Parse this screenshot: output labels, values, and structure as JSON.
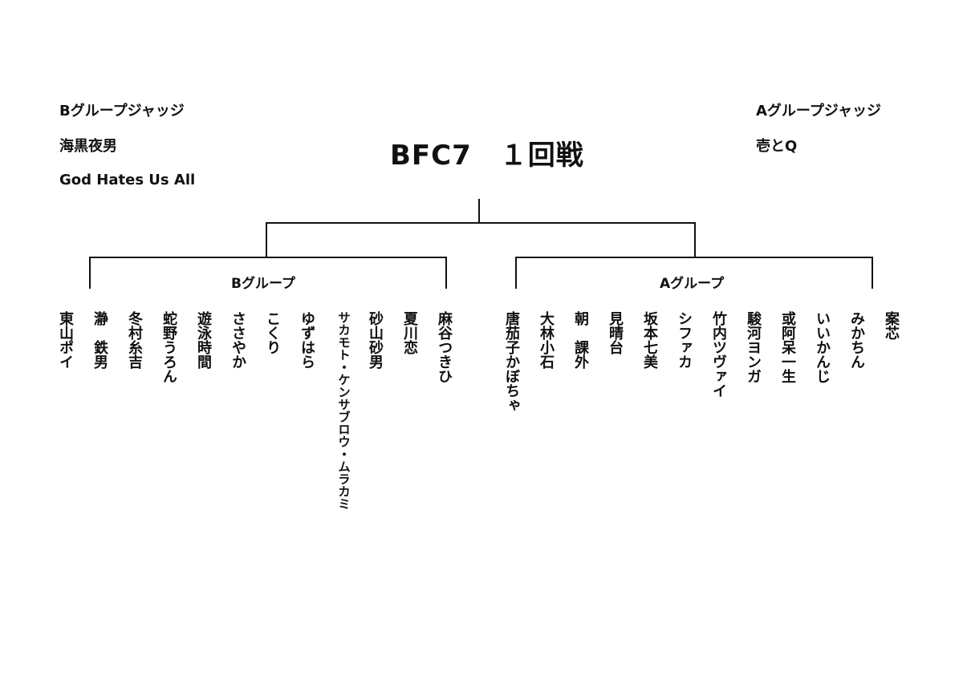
{
  "title": "BFC7　１回戦",
  "judges": {
    "b": {
      "heading": "Bグループジャッジ",
      "names": [
        "海黒夜男",
        "God Hates Us All"
      ]
    },
    "a": {
      "heading": "Aグループジャッジ",
      "names": [
        "壱とQ"
      ]
    }
  },
  "groups": {
    "b": {
      "label": "Bグループ",
      "participants": [
        "東山ポイ",
        "瀞　鉄男",
        "冬村糸吉",
        "蛇野うろん",
        "遊泳時間",
        "ささやか",
        "こくり",
        "ゆずはら",
        "サカモト・ケンサブロウ・ムラカミ",
        "砂山砂男",
        "夏川恋",
        "麻谷つきひ"
      ]
    },
    "a": {
      "label": "Aグループ",
      "participants": [
        "唐茄子かぼちゃ",
        "大林小石",
        "朝　課外",
        "見晴台",
        "坂本七美",
        "シファカ",
        "竹内ツヴァイ",
        "駿河ヨンガ",
        "或阿呆一生",
        "いいかんじ",
        "みかちん",
        "案芯"
      ]
    }
  }
}
